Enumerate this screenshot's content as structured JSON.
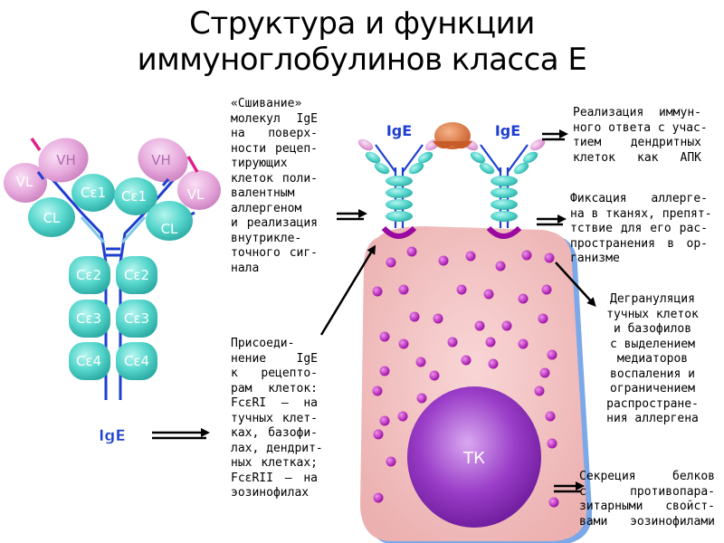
{
  "title": {
    "line1": "Структура и функции",
    "line2": "иммуноглобулинов класса Е"
  },
  "antibody": {
    "vh_left": "VH",
    "vh_right": "VH",
    "vl_left": "VL",
    "vl_right": "VL",
    "ce1_left": "Cε1",
    "ce1_right": "Cε1",
    "cl_left": "CL",
    "cl_right": "CL",
    "ce2_left": "Cε2",
    "ce2_right": "Cε2",
    "ce3_left": "Cε3",
    "ce3_right": "Cε3",
    "ce4_left": "Cε4",
    "ce4_right": "Cε4",
    "caption": "IgE"
  },
  "cell": {
    "ige_left": "IgE",
    "ige_right": "IgE",
    "nucleus": "ТК"
  },
  "texts": {
    "crosslink": [
      "«Сшивание»",
      "молекул IgE",
      "на поверх-",
      "ности рецеп-",
      "тирующих",
      "клеток поли-",
      "валентным",
      "аллергеном",
      "и реализация",
      "внутрикле-",
      "точного сиг-",
      "нала"
    ],
    "binding": [
      "Присоеди-",
      "нение IgE",
      "к рецепто-",
      "рам клеток:",
      "FcεRI – на",
      "тучных клет-",
      "ках, базофи-",
      "лах, дендрит-",
      "ных клетках;",
      "FcεRII – на",
      "эозинофилах"
    ],
    "immune_response": [
      "Реализация иммун-",
      "ного ответа с учас-",
      "тием дендритных",
      "клеток как АПК"
    ],
    "fixation": [
      "Фиксация аллерге-",
      "на в тканях, препят-",
      "тствие для его рас-",
      "пространения в ор-",
      "ганизме"
    ],
    "degranulation": [
      "Дегрануляция",
      "тучных клеток",
      "и базофилов",
      "с выделением",
      "медиаторов",
      "воспаления и",
      "ограничением",
      "распростране-",
      "ния аллергена"
    ],
    "secretion": [
      "Секреция белков",
      "с противопара-",
      "зитарными свойст-",
      "вами эозинофилами"
    ]
  },
  "colors": {
    "teal": "#4fd2c8",
    "pink": "#e6a8dc",
    "magenta": "#e0208c",
    "blue": "#1e3fd0",
    "cell": "#f3c3c3",
    "granule": "#b80cb8",
    "nucleus": "#8a2bb8",
    "allergen": "#e07a45"
  }
}
